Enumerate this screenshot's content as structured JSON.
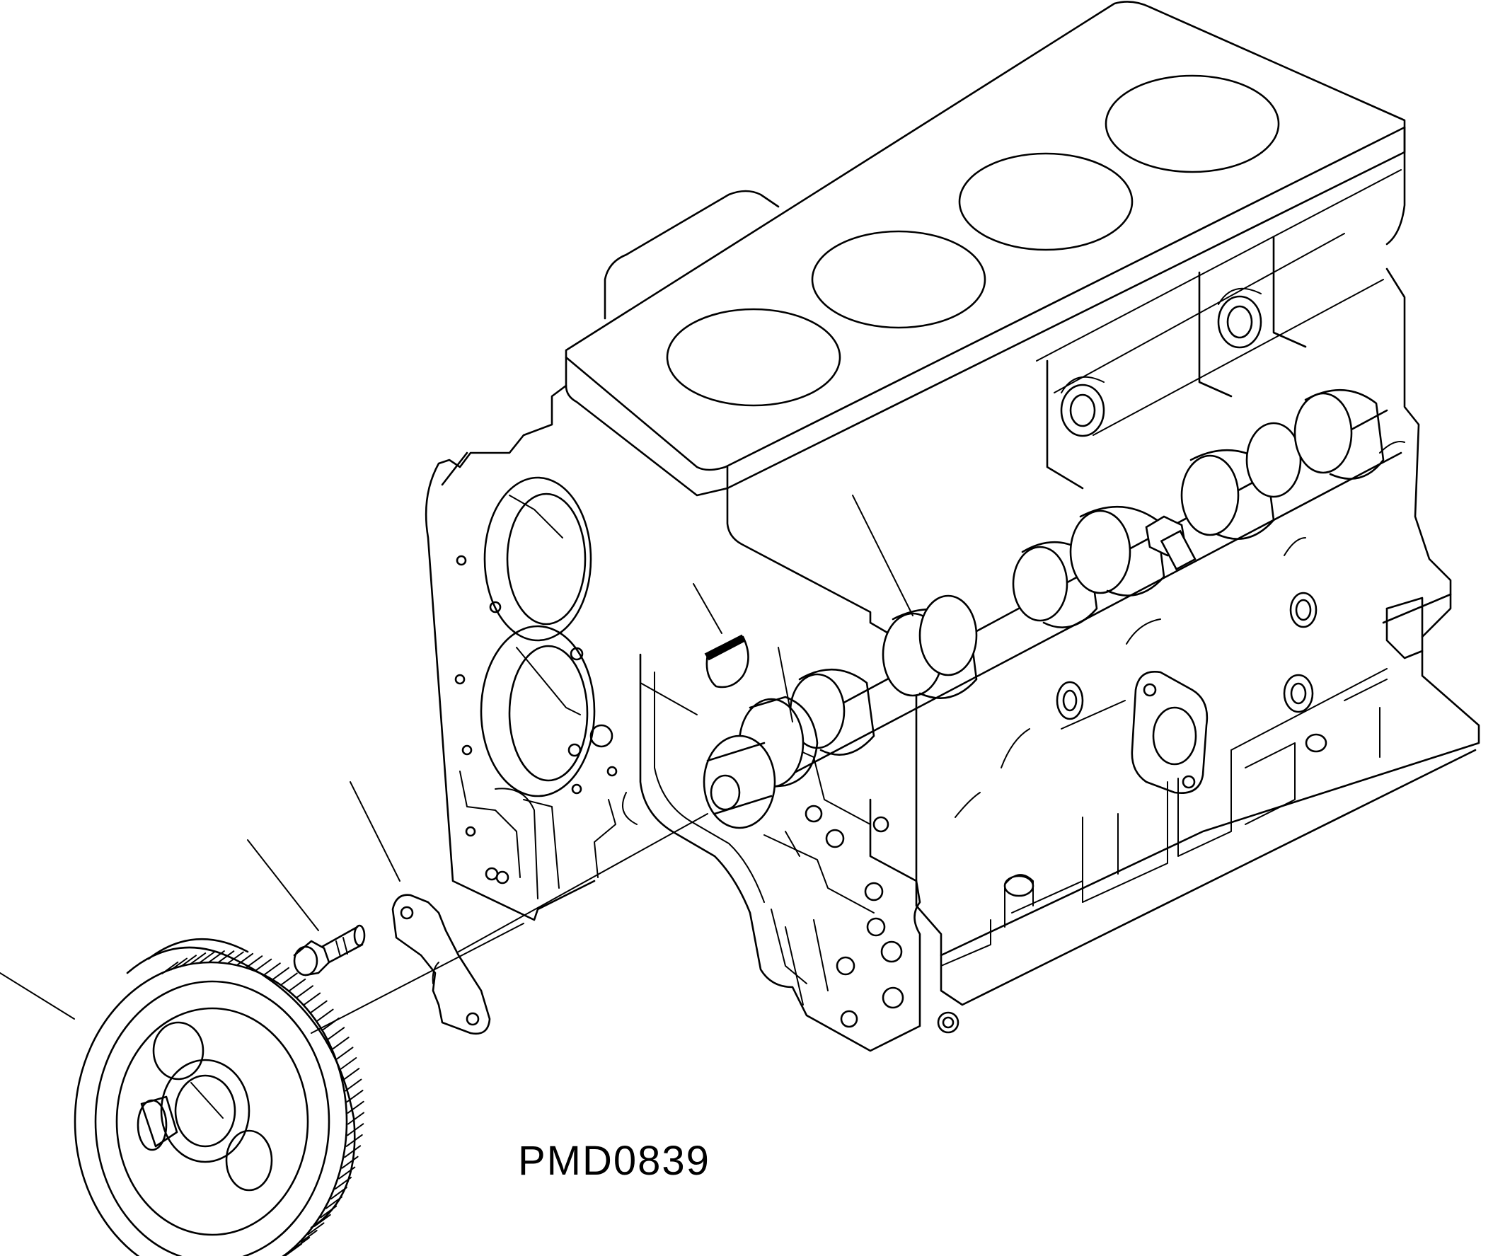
{
  "figure": {
    "code": "PMD0839"
  },
  "parts": [
    {
      "name": "cylinder-block",
      "icon": "engine-block-icon"
    },
    {
      "name": "camshaft",
      "icon": "camshaft-icon"
    },
    {
      "name": "woodruff-key",
      "icon": "key-icon"
    },
    {
      "name": "thrust-plate",
      "icon": "thrust-plate-icon"
    },
    {
      "name": "bolt",
      "icon": "bolt-icon"
    },
    {
      "name": "camshaft-gear",
      "icon": "gear-icon"
    }
  ],
  "colors": {
    "line": "#000000",
    "background": "#ffffff"
  }
}
